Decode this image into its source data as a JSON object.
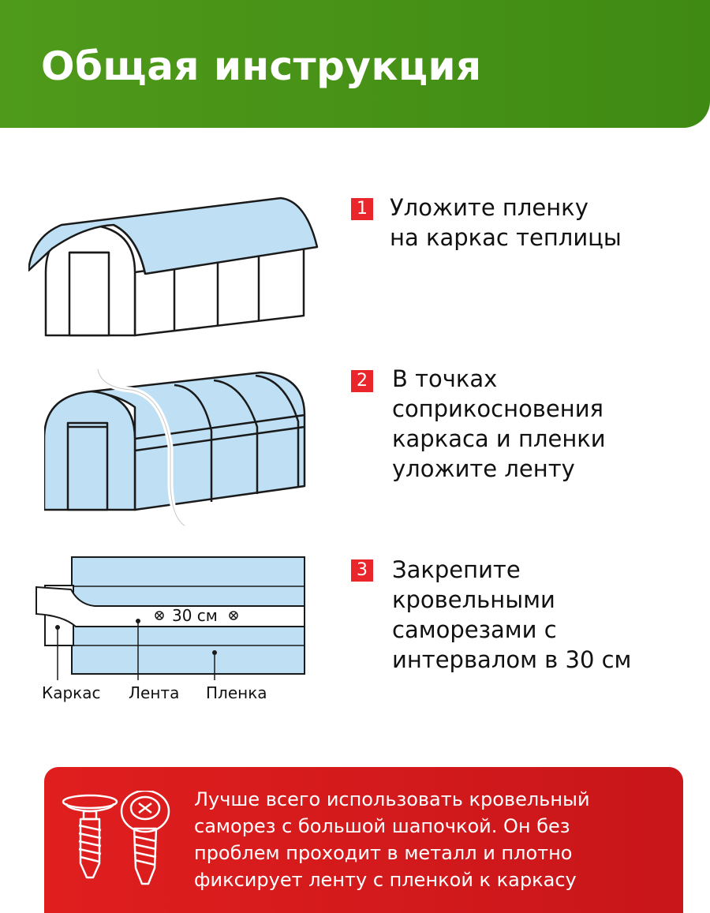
{
  "header": {
    "title": "Общая инструкция"
  },
  "steps": [
    {
      "number": "1",
      "lines": [
        "Уложите пленку",
        "на каркас теплицы"
      ]
    },
    {
      "number": "2",
      "lines": [
        "В точках",
        "соприкосновения",
        "каркаса и пленки",
        "уложите ленту"
      ]
    },
    {
      "number": "3",
      "lines": [
        "Закрепите",
        "кровельными",
        "саморезами с",
        "интервалом в 30 см"
      ]
    }
  ],
  "diagram3": {
    "interval_label": "30 см",
    "labels": {
      "frame": "Каркас",
      "tape": "Лента",
      "film": "Пленка"
    }
  },
  "tip": {
    "lines": [
      "Лучше всего использовать кровельный",
      "саморез с большой шапочкой. Он без",
      "проблем проходит в металл и плотно",
      "фиксирует ленту с пленкой к каркасу"
    ]
  },
  "colors": {
    "header_green": "#4f9a1b",
    "accent_red": "#e8262b",
    "film_blue": "#bfe0f4"
  }
}
